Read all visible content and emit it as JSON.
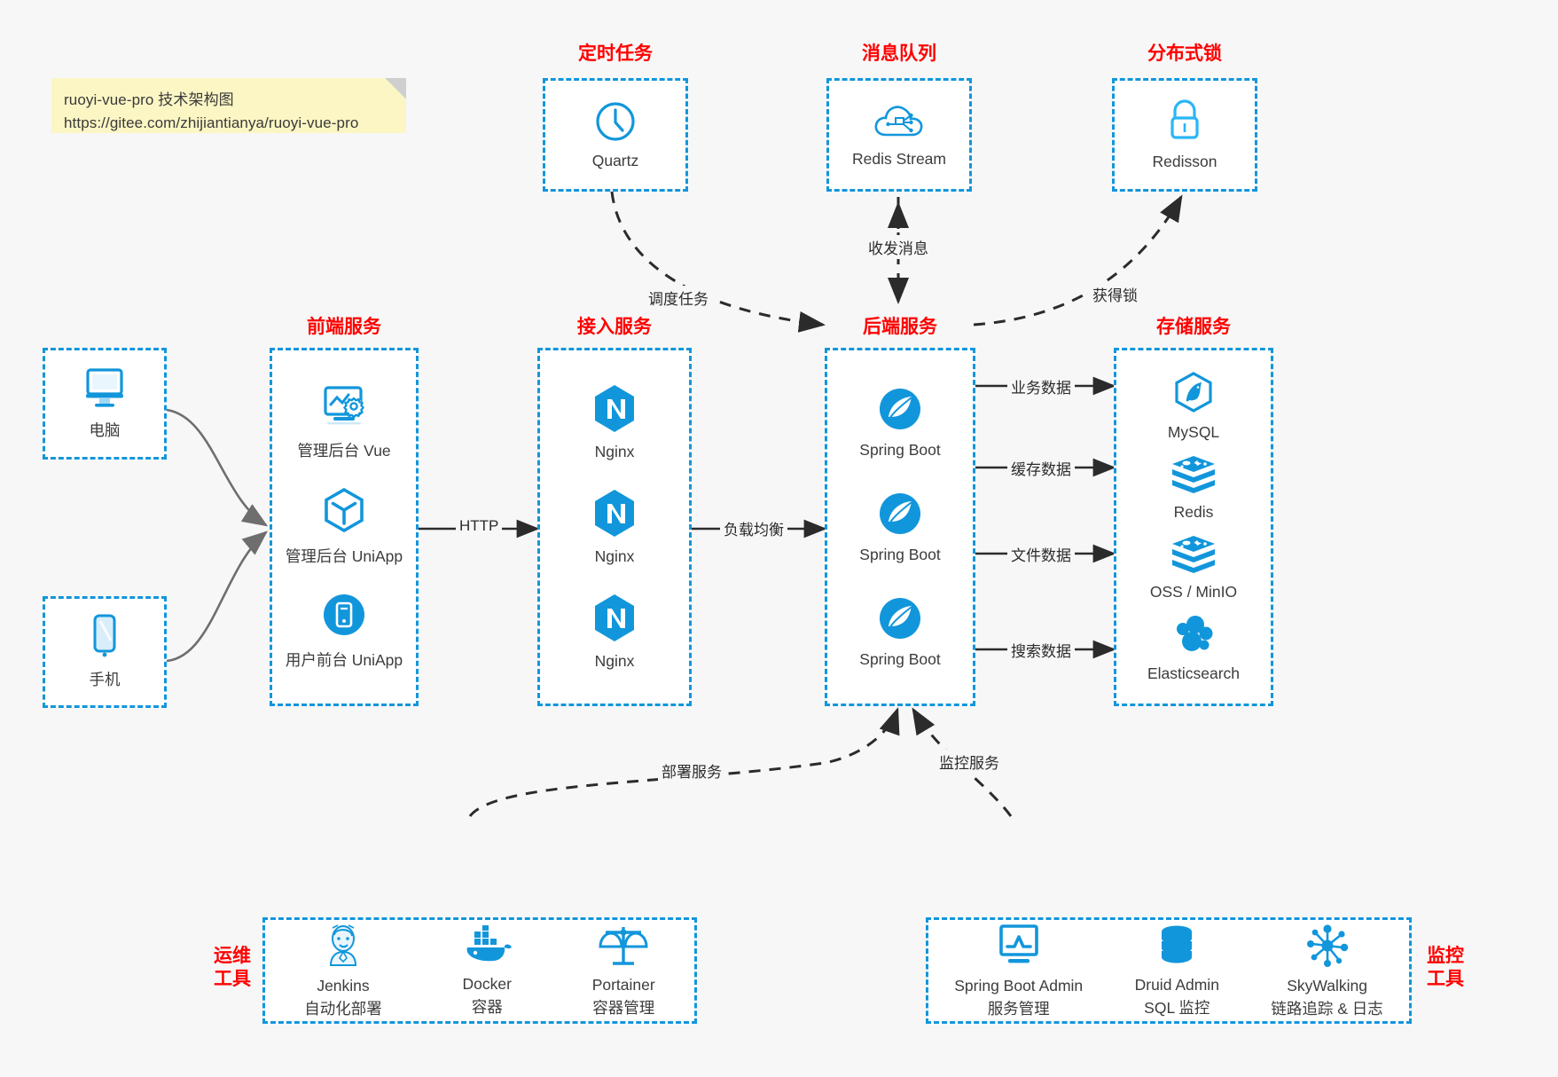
{
  "note": {
    "line1": "ruoyi-vue-pro 技术架构图",
    "line2": "https://gitee.com/zhijiantianya/ruoyi-vue-pro"
  },
  "groups": {
    "scheduler": {
      "label": "定时任务"
    },
    "mq": {
      "label": "消息队列"
    },
    "lock": {
      "label": "分布式锁"
    },
    "frontend": {
      "label": "前端服务"
    },
    "gateway": {
      "label": "接入服务"
    },
    "backend": {
      "label": "后端服务"
    },
    "storage": {
      "label": "存储服务"
    },
    "devops": {
      "label": "运维\n工具",
      "label_line1": "运维",
      "label_line2": "工具"
    },
    "monitor": {
      "label": "监控\n工具",
      "label_line1": "监控",
      "label_line2": "工具"
    }
  },
  "nodes": {
    "pc": {
      "label": "电脑",
      "icon": "desktop-monitor-icon"
    },
    "phone": {
      "label": "手机",
      "icon": "smartphone-icon"
    },
    "quartz": {
      "label": "Quartz",
      "icon": "clock-icon"
    },
    "redis_stream": {
      "label": "Redis Stream",
      "icon": "cloud-network-icon"
    },
    "redisson": {
      "label": "Redisson",
      "icon": "lock-icon"
    },
    "admin_vue": {
      "label": "管理后台 Vue",
      "icon": "monitor-gear-icon"
    },
    "admin_uniapp": {
      "label": "管理后台 UniApp",
      "icon": "hexagon-cube-icon"
    },
    "user_uniapp": {
      "label": "用户前台 UniApp",
      "icon": "mobile-circle-icon"
    },
    "nginx1": {
      "label": "Nginx",
      "icon": "nginx-hexagon-icon"
    },
    "nginx2": {
      "label": "Nginx",
      "icon": "nginx-hexagon-icon"
    },
    "nginx3": {
      "label": "Nginx",
      "icon": "nginx-hexagon-icon"
    },
    "springboot1": {
      "label": "Spring Boot",
      "icon": "spring-leaf-icon"
    },
    "springboot2": {
      "label": "Spring Boot",
      "icon": "spring-leaf-icon"
    },
    "springboot3": {
      "label": "Spring Boot",
      "icon": "spring-leaf-icon"
    },
    "mysql": {
      "label": "MySQL",
      "icon": "mysql-dolphin-icon"
    },
    "redis": {
      "label": "Redis",
      "icon": "redis-stack-icon"
    },
    "oss": {
      "label": "OSS / MinIO",
      "icon": "redis-stack-icon"
    },
    "elasticsearch": {
      "label": "Elasticsearch",
      "icon": "elasticsearch-cluster-icon"
    },
    "jenkins": {
      "label": "Jenkins",
      "sub": "自动化部署",
      "icon": "jenkins-butler-icon"
    },
    "docker": {
      "label": "Docker",
      "sub": "容器",
      "icon": "docker-whale-icon"
    },
    "portainer": {
      "label": "Portainer",
      "sub": "容器管理",
      "icon": "scales-balance-icon"
    },
    "sba": {
      "label": "Spring Boot Admin",
      "sub": "服务管理",
      "icon": "monitor-chart-icon"
    },
    "druid": {
      "label": "Druid Admin",
      "sub": "SQL 监控",
      "icon": "database-cylinder-icon"
    },
    "skywalking": {
      "label": "SkyWalking",
      "sub": "链路追踪 & 日志",
      "icon": "network-nodes-icon"
    }
  },
  "edges": {
    "http": "HTTP",
    "load_balance": "负载均衡",
    "schedule_task": "调度任务",
    "send_receive_message": "收发消息",
    "acquire_lock": "获得锁",
    "business_data": "业务数据",
    "cache_data": "缓存数据",
    "file_data": "文件数据",
    "search_data": "搜索数据",
    "deploy_service": "部署服务",
    "monitor_service": "监控服务"
  },
  "colors": {
    "accent": "#1296db",
    "group_label": "#ff0000",
    "note_bg": "#fbf6c4",
    "page_bg": "#f7f7f7",
    "wire": "#444444"
  }
}
